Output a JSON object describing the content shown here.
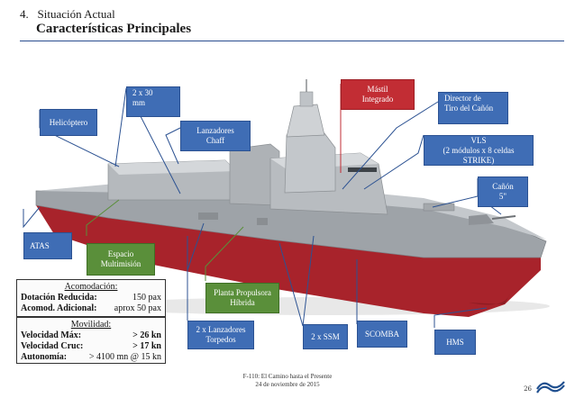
{
  "header": {
    "section_number": "4.",
    "section_title": "Situación Actual",
    "subtitle": "Características Principales"
  },
  "labels": {
    "helicoptero": "Helicóptero",
    "gun_30mm_line1": "2 x 30",
    "gun_30mm_line2": "mm",
    "chaff_line1": "Lanzadores",
    "chaff_line2": "Chaff",
    "mastil_line1": "Mástil",
    "mastil_line2": "Integrado",
    "director_line1": "Director de",
    "director_line2": "Tiro del Cañón",
    "vls_line1": "VLS",
    "vls_line2": "(2 módulos x 8 celdas STRIKE)",
    "canon_line1": "Cañón",
    "canon_line2": "5\"",
    "atas": "ATAS",
    "espacio_line1": "Espacio",
    "espacio_line2": "Multimisión",
    "planta_line1": "Planta Propulsora",
    "planta_line2": "Híbrida",
    "torpedos_line1": "2 x Lanzadores",
    "torpedos_line2": "Torpedos",
    "ssm": "2 x SSM",
    "scomba": "SCOMBA",
    "hms": "HMS"
  },
  "acomodacion": {
    "title": "Acomodación:",
    "rows": [
      {
        "label": "Dotación Reducida:",
        "value": "150  pax"
      },
      {
        "label": "Acomod. Adicional:",
        "value": "aprox 50 pax"
      }
    ]
  },
  "movilidad": {
    "title": "Movilidad:",
    "rows": [
      {
        "label": "Velocidad Máx:",
        "value": "> 26 kn"
      },
      {
        "label": "Velocidad Cruc:",
        "value": "> 17 kn"
      },
      {
        "label": "Autonomía:",
        "value": "> 4100 mn @ 15 kn"
      }
    ]
  },
  "footer": {
    "line1": "F-110: El Camino hasta el Presente",
    "line2": "24 de noviembre de 2015",
    "page": "26"
  },
  "colors": {
    "label_blue": "#3f6db5",
    "label_red": "#c22d34",
    "label_green": "#5a8f3a",
    "hull_red": "#a8232b",
    "hull_grey": "#9ea3a8"
  }
}
